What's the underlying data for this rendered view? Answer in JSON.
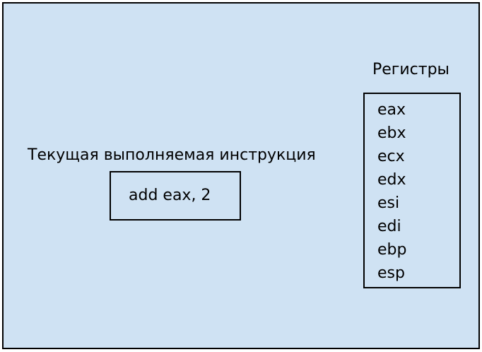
{
  "current_instruction": {
    "caption": "Текущая выполняемая инструкция",
    "value": "add eax, 2"
  },
  "registers": {
    "caption": "Регистры",
    "items": [
      "eax",
      "ebx",
      "ecx",
      "edx",
      "esi",
      "edi",
      "ebp",
      "esp"
    ]
  },
  "colors": {
    "background": "#cfe2f3",
    "border": "#000000",
    "text": "#000000"
  }
}
